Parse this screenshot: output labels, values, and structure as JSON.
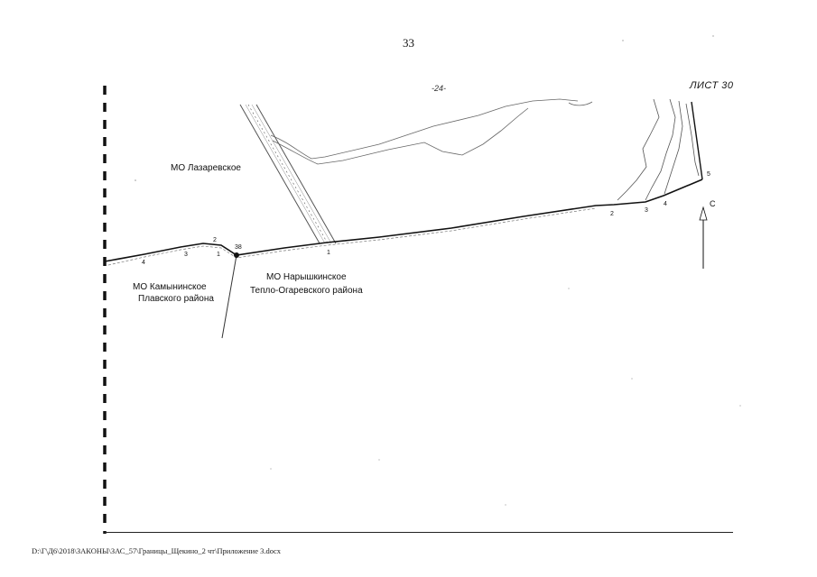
{
  "page": {
    "number": "33"
  },
  "map": {
    "sheet_label": "ЛИСТ 30",
    "top_mark": "-24-",
    "labels": {
      "lazarevskoe": "МО Лазаревское",
      "kamyninskoe_line1": "МО Камынинское",
      "kamyninskoe_line2": "Плавского района",
      "naryshkinskoe_line1": "МО Нарышкинское",
      "naryshkinskoe_line2": "Тепло-Огаревского района"
    },
    "points": {
      "p38": "38",
      "p1_left": "1",
      "p2_left": "2",
      "p3_left": "3",
      "p4_left": "4",
      "p1_mid": "1",
      "p2_right": "2",
      "p3_right": "3",
      "p4_right": "4",
      "p5_right": "5"
    },
    "north_arrow": "С"
  },
  "footer": {
    "path": "D:\\Г\\Д6\\2018\\ЗАКОНЫ\\ЗАС_57\\Границы_Щекино_2 чт\\Приложение 3.docx"
  }
}
